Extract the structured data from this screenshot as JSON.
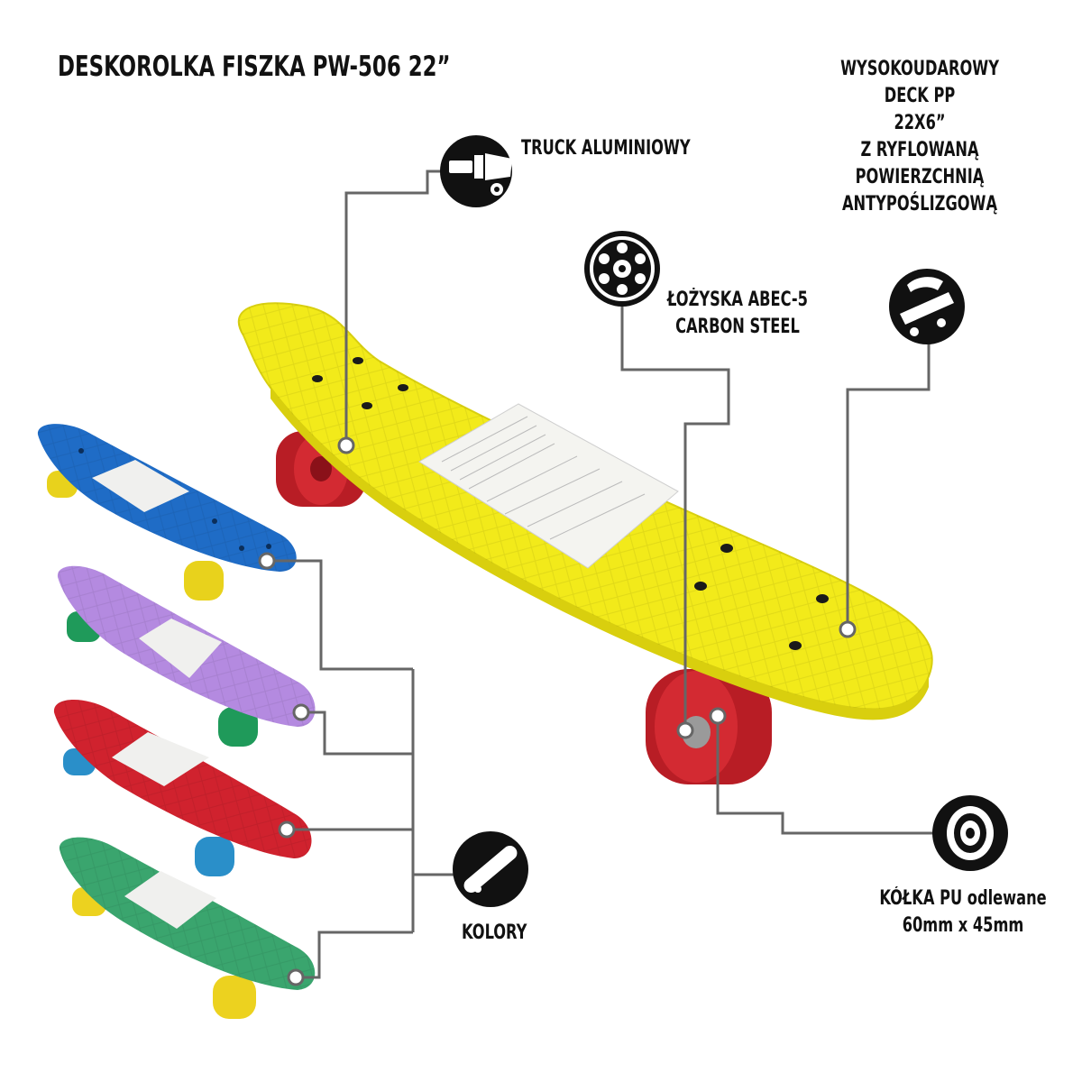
{
  "title": "DESKOROLKA FISZKA PW-506 22”",
  "features": {
    "truck": {
      "label": "TRUCK ALUMINIOWY",
      "icon": "truck-icon"
    },
    "bearings": {
      "lines": [
        "ŁOŻYSKA ABEC-5",
        "CARBON STEEL"
      ],
      "icon": "bearing-icon"
    },
    "deck": {
      "lines": [
        "WYSOKOUDAROWY",
        "DECK PP",
        "22X6”",
        "Z RYFLOWANĄ",
        "POWIERZCHNIĄ",
        "ANTYPOŚLIZGOWĄ"
      ],
      "icon": "deck-icon"
    },
    "wheels": {
      "lines": [
        "KÓŁKA PU odlewane",
        "60mm x 45mm"
      ],
      "icon": "wheel-icon"
    },
    "colors": {
      "label": "KOLORY",
      "icon": "skateboard-icon"
    }
  },
  "palette": {
    "main_deck": "#f2ea1a",
    "main_wheels": "#c9232b",
    "variants": [
      {
        "name": "blue",
        "deck": "#1f6cc6",
        "wheels": "#e8d21c"
      },
      {
        "name": "purple",
        "deck": "#b48ae0",
        "wheels": "#1f9a5a"
      },
      {
        "name": "red",
        "deck": "#d0222e",
        "wheels": "#2a8fc9"
      },
      {
        "name": "green",
        "deck": "#3aa56e",
        "wheels": "#ecd21f"
      }
    ]
  }
}
